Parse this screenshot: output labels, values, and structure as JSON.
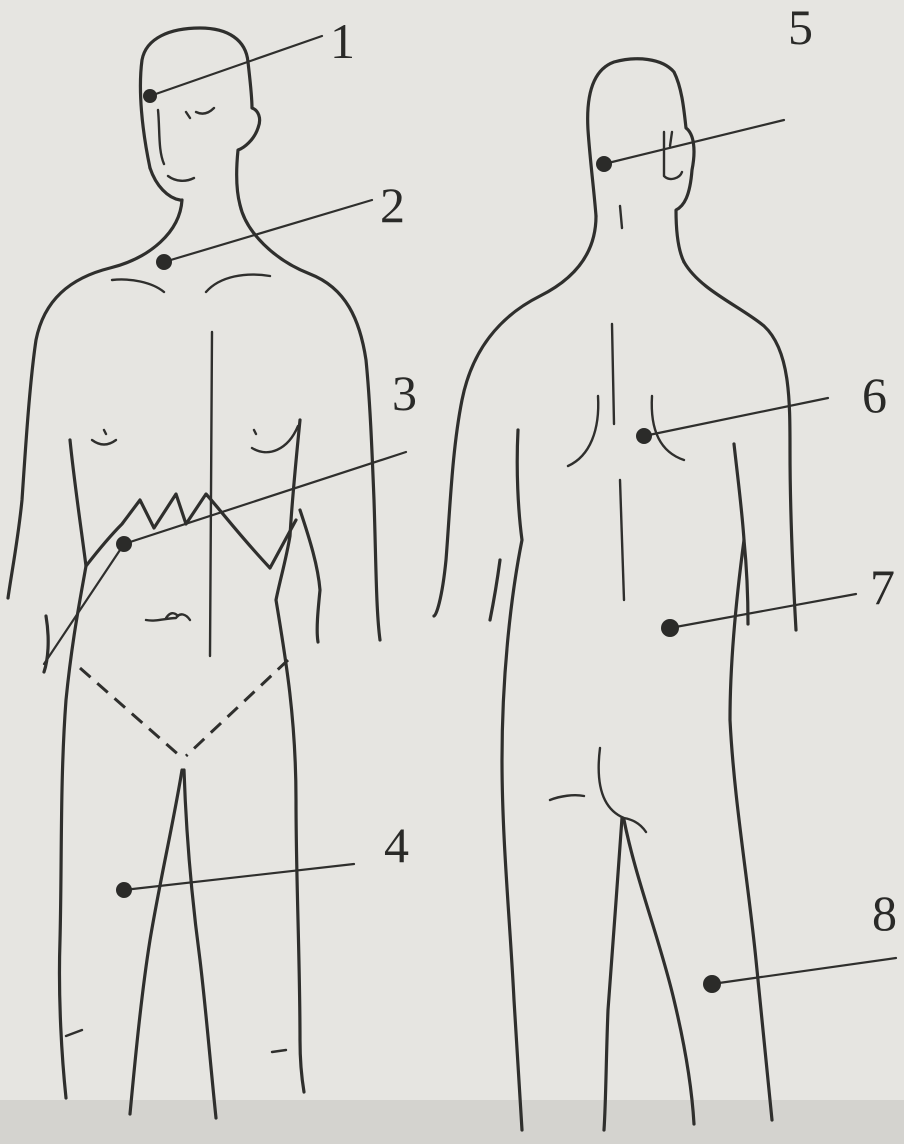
{
  "colors": {
    "paper": "#e6e5e1",
    "ink": "#2f2f2d",
    "marker": "#2b2b29"
  },
  "figures": [
    "front-view",
    "back-view"
  ],
  "labels": [
    {
      "id": "1",
      "text": "1",
      "figure": "front-view",
      "site": "temple"
    },
    {
      "id": "2",
      "text": "2",
      "figure": "front-view",
      "site": "neck-base"
    },
    {
      "id": "3",
      "text": "3",
      "figure": "front-view",
      "site": "right-costal-margin"
    },
    {
      "id": "4",
      "text": "4",
      "figure": "front-view",
      "site": "right-thigh"
    },
    {
      "id": "5",
      "text": "5",
      "figure": "back-view",
      "site": "behind-ear"
    },
    {
      "id": "6",
      "text": "6",
      "figure": "back-view",
      "site": "scapula"
    },
    {
      "id": "7",
      "text": "7",
      "figure": "back-view",
      "site": "lumbar"
    },
    {
      "id": "8",
      "text": "8",
      "figure": "back-view",
      "site": "posterior-thigh"
    }
  ]
}
